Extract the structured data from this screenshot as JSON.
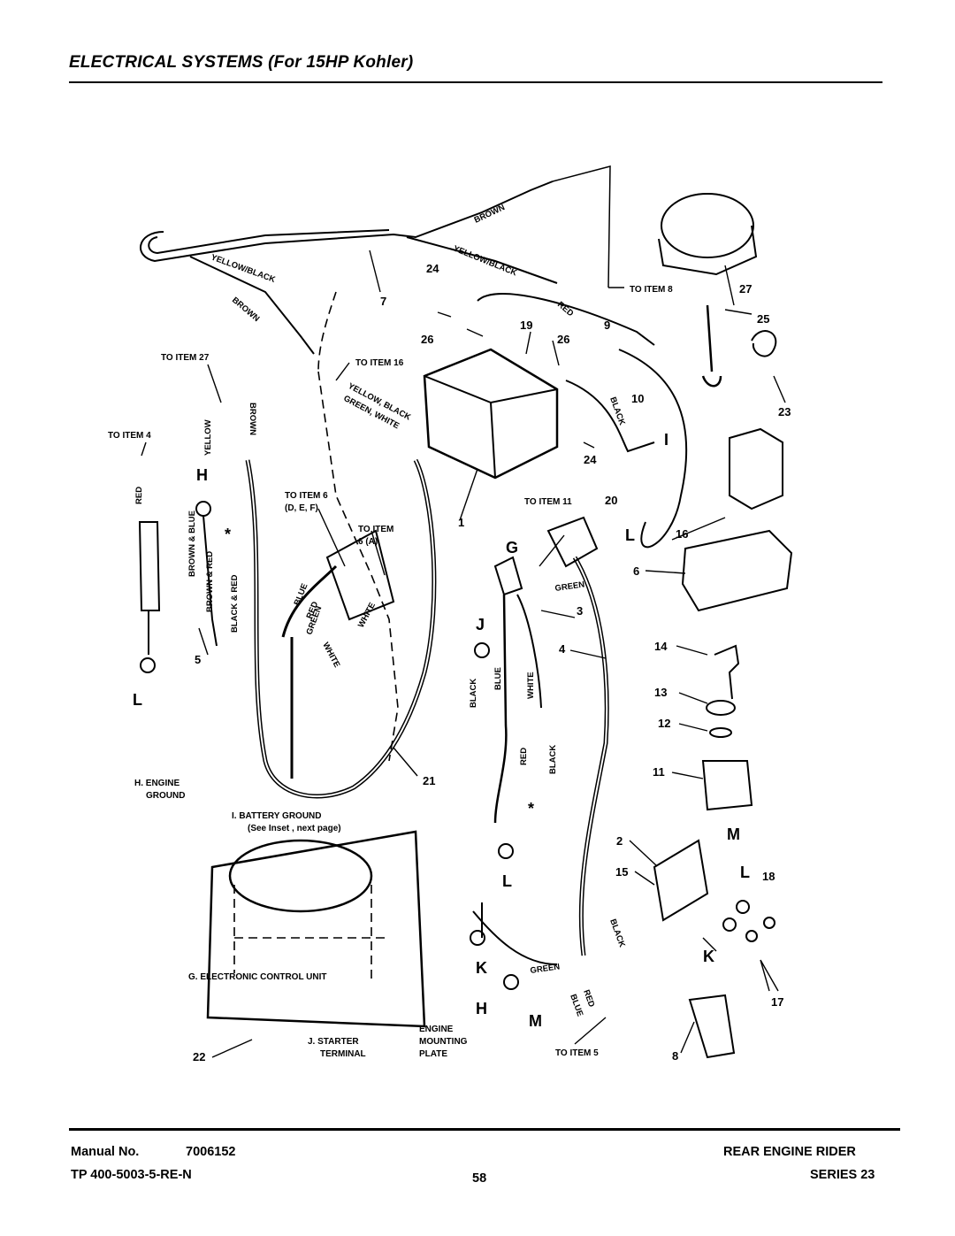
{
  "page": {
    "title": "ELECTRICAL SYSTEMS (For 15HP Kohler)"
  },
  "footer": {
    "manual_label": "Manual No.",
    "manual_no": "7006152",
    "tp": "TP 400-5003-5-RE-N",
    "page_no": "58",
    "product": "REAR ENGINE RIDER",
    "series": "SERIES 23"
  },
  "diagram": {
    "refs": {
      "to_item_8": "TO ITEM 8",
      "to_item_27": "TO ITEM 27",
      "to_item_16": "TO ITEM 16",
      "to_item_4": "TO ITEM 4",
      "to_item_6_def_a": "TO ITEM 6",
      "to_item_6_def_b": "(D, E, F)",
      "to_item_6a_a": "TO ITEM",
      "to_item_6a_b": "6 (A)",
      "to_item_11": "TO ITEM 11",
      "to_item_5": "TO ITEM 5"
    },
    "labels": {
      "h_engine_ground_a": "H. ENGINE",
      "h_engine_ground_b": "GROUND",
      "i_battery_ground_a": "I.  BATTERY GROUND",
      "i_battery_ground_b": "(See Inset , next page)",
      "g_ecu": "G. ELECTRONIC CONTROL UNIT",
      "j_starter_a": "J.  STARTER",
      "j_starter_b": "TERMINAL",
      "mount_a": "ENGINE",
      "mount_b": "MOUNTING",
      "mount_c": "PLATE"
    },
    "wire_colors": {
      "brown_top": "BROWN",
      "yellow_black_top": "YELLOW/BLACK",
      "yellow_black_left": "YELLOW/BLACK",
      "brown_left": "BROWN",
      "red": "RED",
      "yellow": "YELLOW",
      "brown": "BROWN",
      "yellow_black_green_white_a": "YELLOW, BLACK",
      "yellow_black_green_white_b": "GREEN, WHITE",
      "black": "BLACK",
      "red_2": "RED",
      "brown_blue": "BROWN & BLUE",
      "brown_red": "BROWN & RED",
      "black_red": "BLACK & RED",
      "blue": "BLUE",
      "red_3": "RED",
      "green": "GREEN",
      "white": "WHITE",
      "white_2": "WHITE",
      "green_2": "GREEN",
      "black_2": "BLACK",
      "blue_2": "BLUE",
      "white_3": "WHITE",
      "red_4": "RED",
      "black_3": "BLACK",
      "green_3": "GREEN",
      "black_4": "BLACK",
      "red_5": "RED",
      "blue_3": "BLUE"
    },
    "callouts": {
      "n1": "1",
      "n2": "2",
      "n3": "3",
      "n4": "4",
      "n5": "5",
      "n6": "6",
      "n7": "7",
      "n8": "8",
      "n9": "9",
      "n10": "10",
      "n11": "11",
      "n12": "12",
      "n13": "13",
      "n14": "14",
      "n15": "15",
      "n16": "16",
      "n17": "17",
      "n18": "18",
      "n19": "19",
      "n20": "20",
      "n21": "21",
      "n22": "22",
      "n23": "23",
      "n24a": "24",
      "n24b": "24",
      "n25": "25",
      "n26a": "26",
      "n26b": "26",
      "n27": "27"
    },
    "letters": {
      "h1": "H",
      "l1": "L",
      "g": "G",
      "l2": "L",
      "i": "I",
      "j": "J",
      "m1": "M",
      "l3": "L",
      "k1": "K",
      "k2": "K",
      "h2": "H",
      "m2": "M",
      "l4": "L"
    },
    "asterisk": "*"
  }
}
